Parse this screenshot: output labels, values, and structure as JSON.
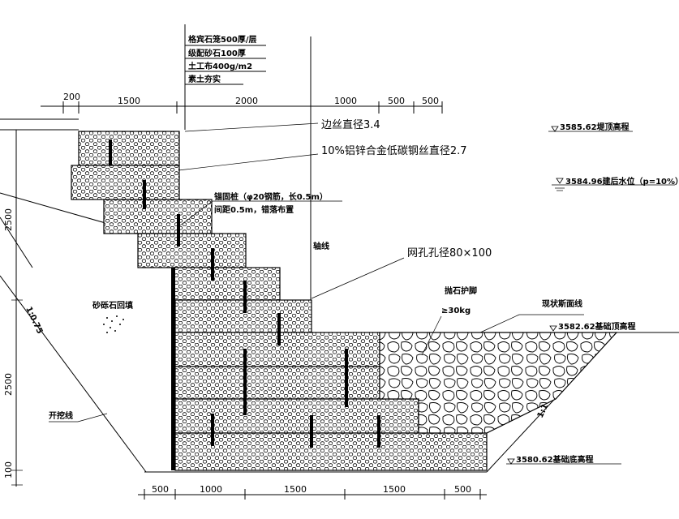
{
  "layer_notes": [
    "格宾石笼500厚/层",
    "级配砂石100厚",
    "土工布400g/m2",
    "素土夯实"
  ],
  "dims_top": [
    "200",
    "1500",
    "2000",
    "1000",
    "500",
    "500"
  ],
  "dims_bottom": [
    "500",
    "1000",
    "1500",
    "1500",
    "500"
  ],
  "dims_left": [
    "2500",
    "2500",
    "100"
  ],
  "edge_wire": "边丝直径3.4",
  "mesh_wire": "10%铝锌合金低碳钢丝直径2.7",
  "anchor_line1": "锚固桩（φ20钢筋，长0.5m）",
  "anchor_line2": "间距0.5m，错落布置",
  "axis_label": "轴线",
  "mesh_hole": "网孔孔径80×100",
  "riprap_line1": "抛石护脚",
  "riprap_line2": "≥30kg",
  "ground_line": "现状斯面线",
  "slope_left": "1:0.75",
  "slope_right": "1:1",
  "backfill": "砂砾石回填",
  "excavation": "开挖线",
  "elev_top": "3585.62堤顶高程",
  "elev_water": "3584.96建后水位（p=10%）",
  "elev_found_top": "3582.62基础顶高程",
  "elev_found_bottom": "3580.62基础底高程"
}
